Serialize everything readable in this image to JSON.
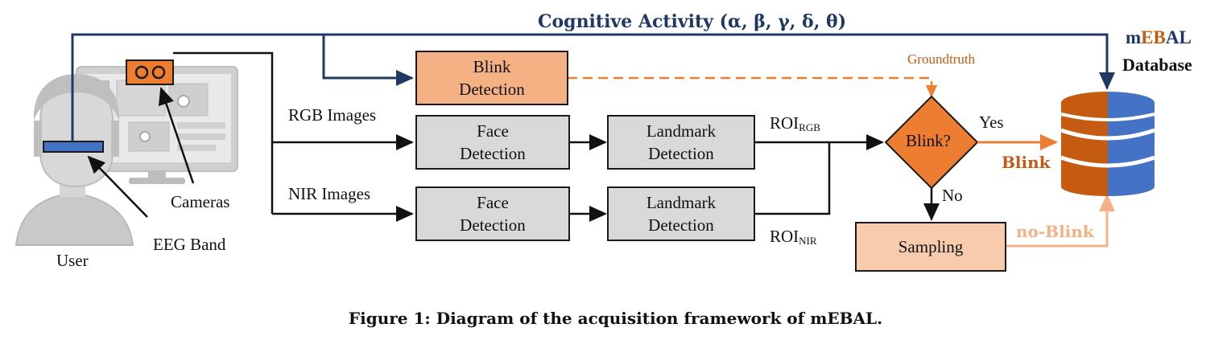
{
  "title": "Cognitive Activity (α, β, γ, δ, θ)",
  "database": {
    "line1_prefix": "m",
    "line1_mid": "EB",
    "line1_end": "AL",
    "line2": "Database"
  },
  "nodes": {
    "blink_detection": {
      "line1": "Blink",
      "line2": "Detection"
    },
    "face_detection_rgb": {
      "line1": "Face",
      "line2": "Detection"
    },
    "landmark_detection_rgb": {
      "line1": "Landmark",
      "line2": "Detection"
    },
    "face_detection_nir": {
      "line1": "Face",
      "line2": "Detection"
    },
    "landmark_detection_nir": {
      "line1": "Landmark",
      "line2": "Detection"
    },
    "decision": "Blink?",
    "sampling": "Sampling"
  },
  "labels": {
    "rgb_images": "RGB Images",
    "nir_images": "NIR Images",
    "roi_rgb_main": "ROI",
    "roi_rgb_sub": "RGB",
    "roi_nir_main": "ROI",
    "roi_nir_sub": "NIR",
    "groundtruth": "Groundtruth",
    "yes": "Yes",
    "no": "No",
    "blink": "Blink",
    "no_blink": "no-Blink",
    "cameras": "Cameras",
    "eeg_band": "EEG Band",
    "user": "User"
  },
  "caption": "Figure 1: Diagram of the acquisition framework of mEBAL.",
  "colors": {
    "navy": "#1f3864",
    "orange": "#ed7d31",
    "orange_dark": "#c55a11",
    "light_orange": "#f4b183",
    "peach": "#f8cbad",
    "gray_box": "#d9d9d9",
    "blue": "#4472c4"
  }
}
